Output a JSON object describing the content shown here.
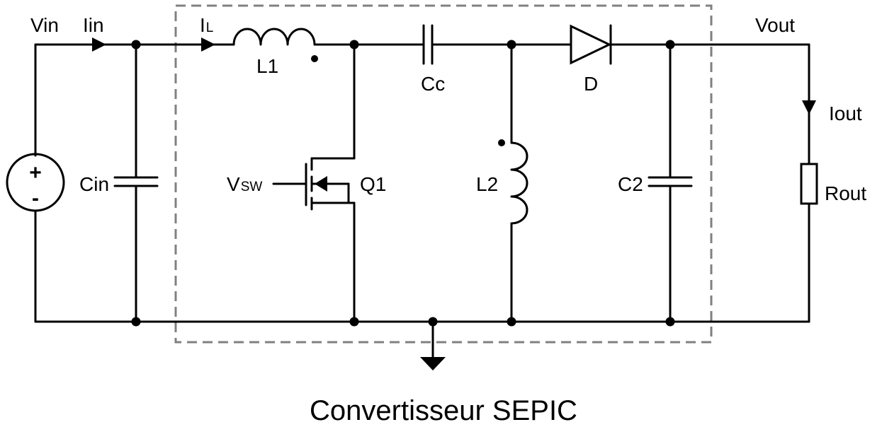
{
  "title": "Convertisseur SEPIC",
  "labels": {
    "vin": "Vin",
    "iin": "Iin",
    "il_main": "I",
    "il_sub": "L",
    "l1": "L1",
    "cc": "Cc",
    "d": "D",
    "vout": "Vout",
    "iout": "Iout",
    "rout": "Rout",
    "cin": "Cin",
    "vsw_main": "V",
    "vsw_sub": "SW",
    "q1": "Q1",
    "l2": "L2",
    "c2": "C2",
    "plus": "+",
    "minus": "-"
  },
  "colors": {
    "wire": "#000000",
    "boundary": "#808080",
    "background": "#ffffff"
  }
}
